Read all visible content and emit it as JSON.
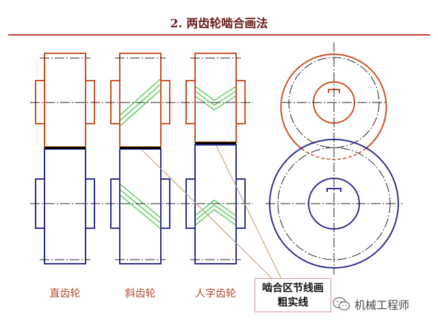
{
  "title": "2. 两齿轮啮合画法",
  "captions": {
    "spur": "直齿轮",
    "helical": "斜齿轮",
    "herringbone": "人字齿轮"
  },
  "callout": {
    "line1": "啮合区节线画",
    "line2": "粗实线"
  },
  "brand": {
    "name": "机械工程师",
    "icon": "wechat-icon"
  },
  "colors": {
    "upper_gear": "#cc4a1e",
    "lower_gear": "#26288e",
    "tooth_lines": "#3cc83c",
    "center_lines": "#1a1a1a",
    "leader": "#c8a078",
    "title": "#6b1a1a",
    "rule": "#c03030"
  }
}
